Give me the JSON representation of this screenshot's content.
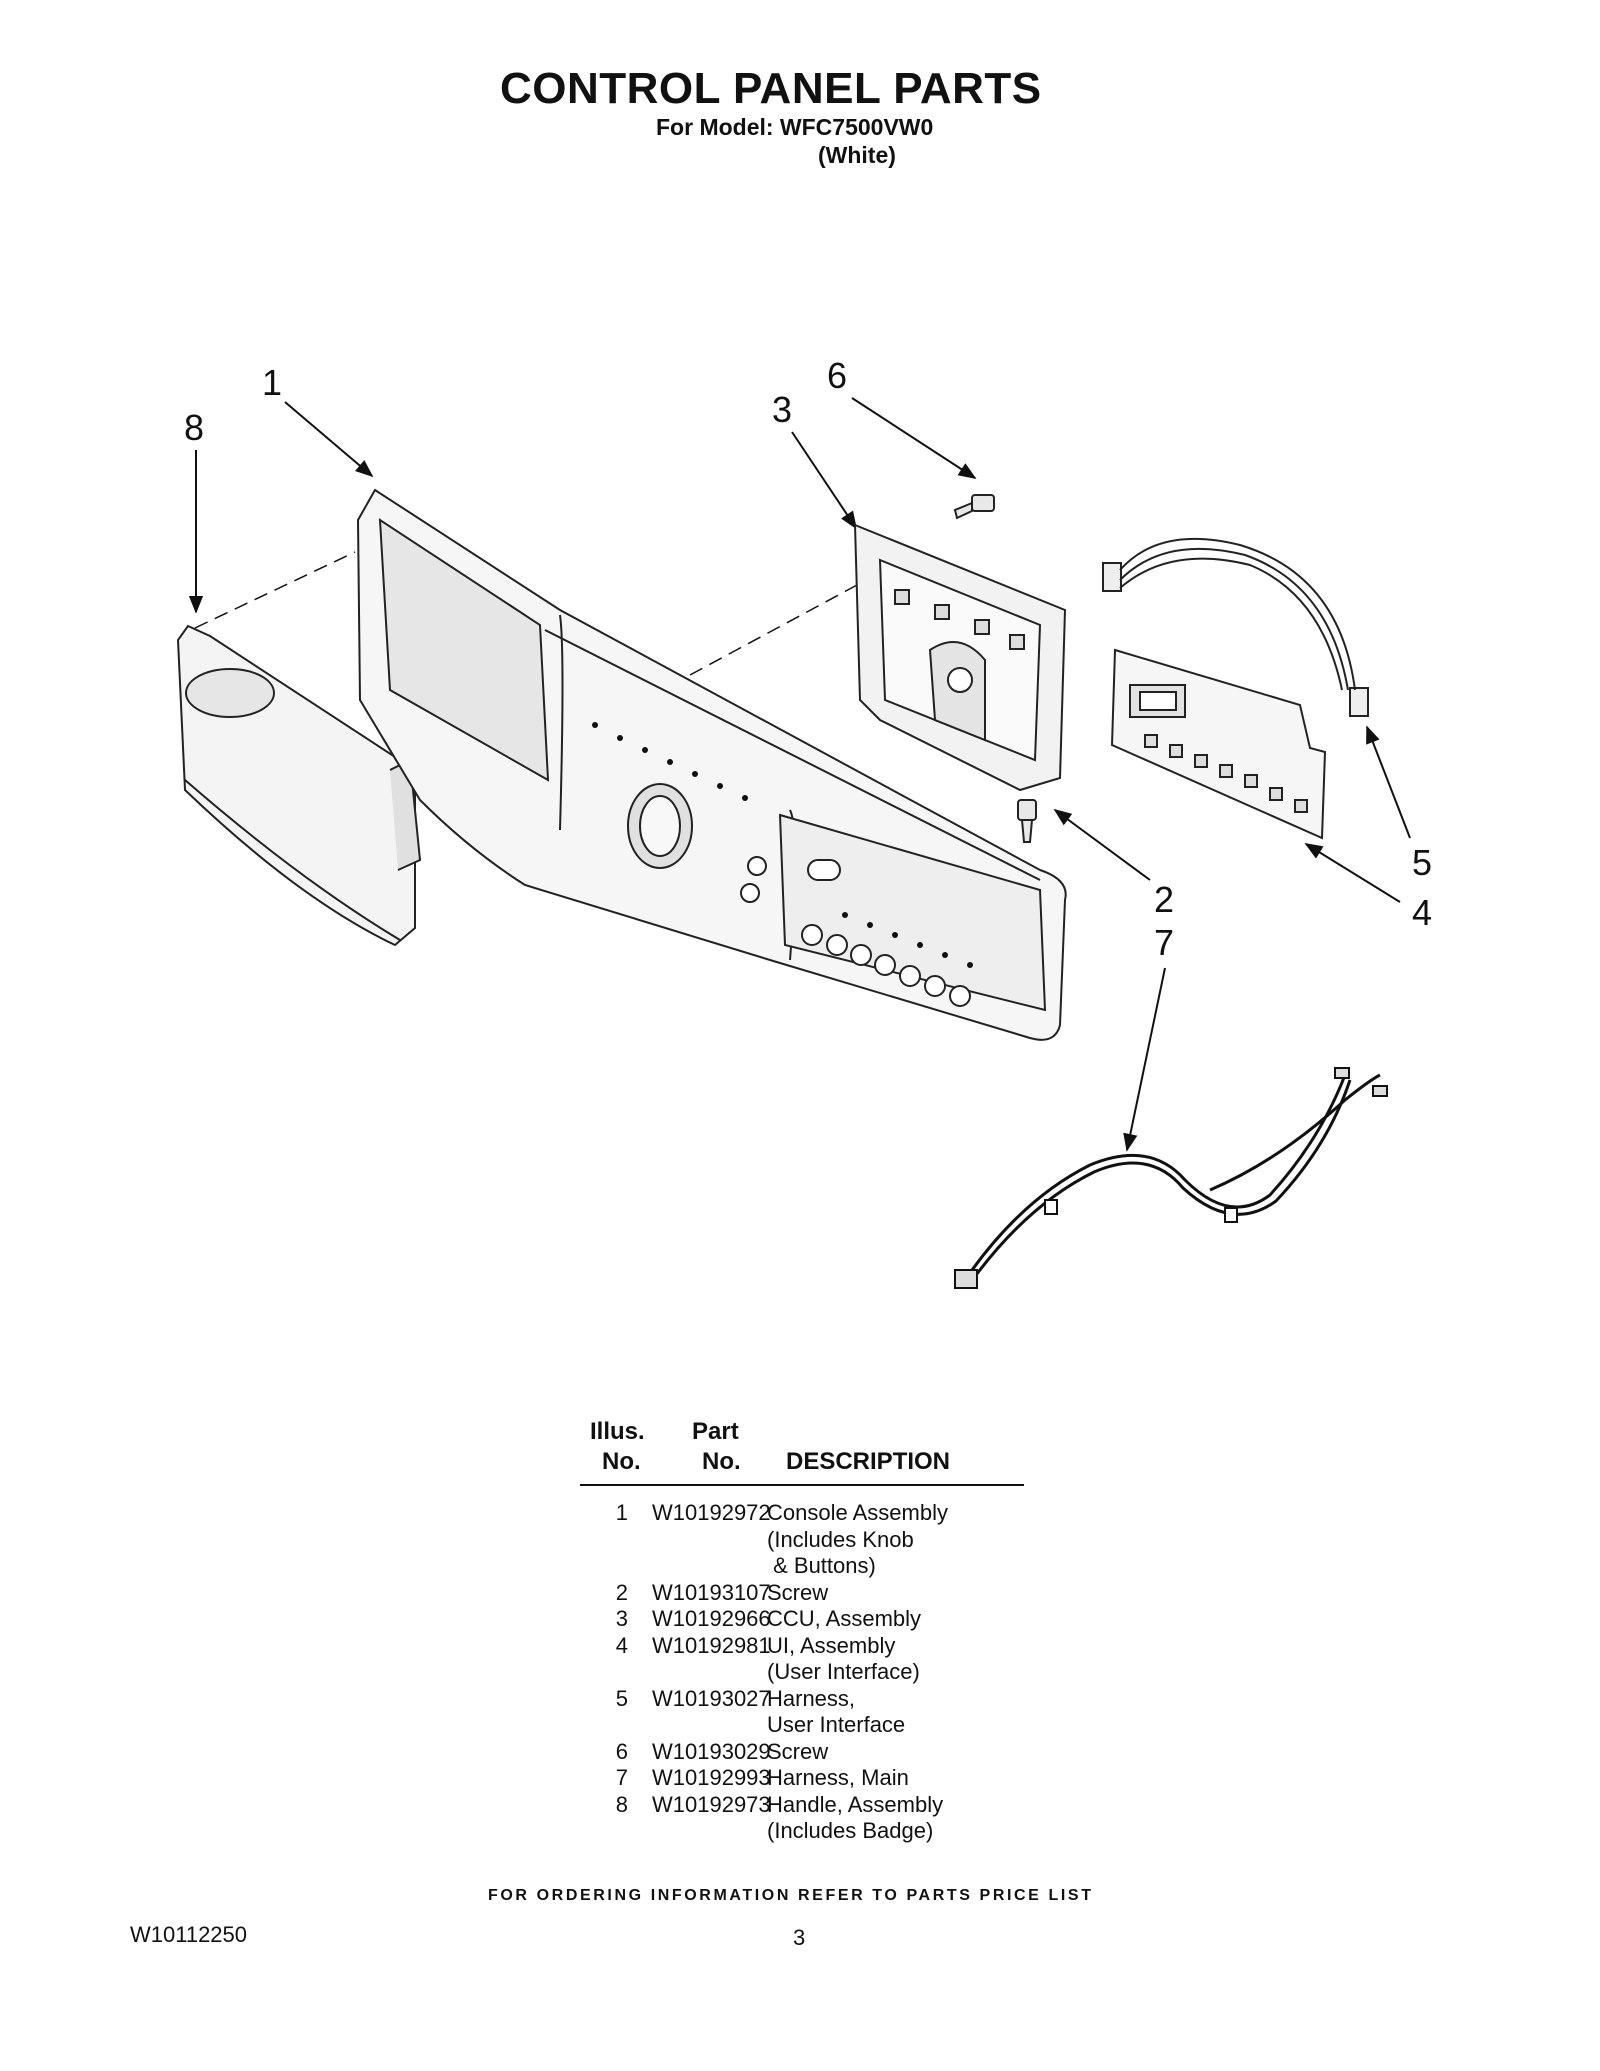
{
  "header": {
    "title": "CONTROL PANEL PARTS",
    "model": "For Model: WFC7500VW0",
    "color": "(White)"
  },
  "callouts": [
    "1",
    "8",
    "6",
    "3",
    "5",
    "2",
    "4",
    "7"
  ],
  "parts_table": {
    "col1_line1": "Illus.",
    "col1_line2": "No.",
    "col2_line1": "Part",
    "col2_line2": "No.",
    "col3": "DESCRIPTION",
    "rows": [
      {
        "no": "1",
        "part": "W10192972",
        "desc": "Console Assembly"
      },
      {
        "no": "",
        "part": "",
        "desc": "(Includes Knob"
      },
      {
        "no": "",
        "part": "",
        "desc": " & Buttons)"
      },
      {
        "no": "2",
        "part": "W10193107",
        "desc": "Screw"
      },
      {
        "no": "3",
        "part": "W10192966",
        "desc": "CCU, Assembly"
      },
      {
        "no": "4",
        "part": "W10192981",
        "desc": "UI, Assembly"
      },
      {
        "no": "",
        "part": "",
        "desc": "(User Interface)"
      },
      {
        "no": "5",
        "part": "W10193027",
        "desc": "Harness,"
      },
      {
        "no": "",
        "part": "",
        "desc": "User Interface"
      },
      {
        "no": "6",
        "part": "W10193029",
        "desc": "Screw"
      },
      {
        "no": "7",
        "part": "W10192993",
        "desc": "Harness, Main"
      },
      {
        "no": "8",
        "part": "W10192973",
        "desc": "Handle, Assembly"
      },
      {
        "no": "",
        "part": "",
        "desc": "(Includes Badge)"
      }
    ]
  },
  "footer": {
    "note": "FOR ORDERING INFORMATION REFER TO PARTS PRICE LIST",
    "doc_number": "W10112250",
    "page": "3"
  }
}
